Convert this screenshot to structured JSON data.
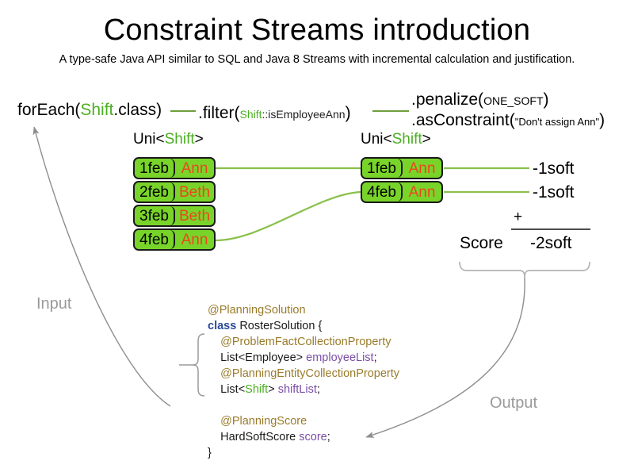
{
  "header": {
    "title": "Constraint Streams introduction",
    "subtitle": "A type-safe Java API similar to SQL and Java 8 Streams with incremental calculation and justification."
  },
  "pipeline": {
    "foreach": {
      "prefix": "forEach(",
      "type": "Shift",
      "suffix": ".class)"
    },
    "filter": {
      "prefix": ".filter(",
      "type": "Shift",
      "method": "::isEmployeeAnn",
      "suffix": ")"
    },
    "penalize": {
      "prefix": ".penalize(",
      "arg": "ONE_SOFT",
      "suffix": ")"
    },
    "as_constraint": {
      "prefix": ".asConstraint(",
      "arg": "\"Don't assign Ann\"",
      "suffix": ")"
    }
  },
  "streams": {
    "left": {
      "label_prefix": "Uni<",
      "label_type": "Shift",
      "label_suffix": ">",
      "rows": [
        {
          "date": "1feb",
          "employee": "Ann"
        },
        {
          "date": "2feb",
          "employee": "Beth"
        },
        {
          "date": "3feb",
          "employee": "Beth"
        },
        {
          "date": "4feb",
          "employee": "Ann"
        }
      ]
    },
    "right": {
      "label_prefix": "Uni<",
      "label_type": "Shift",
      "label_suffix": ">",
      "rows": [
        {
          "date": "1feb",
          "employee": "Ann"
        },
        {
          "date": "4feb",
          "employee": "Ann"
        }
      ]
    }
  },
  "score": {
    "penalties": [
      "-1soft",
      "-1soft"
    ],
    "operator": "+",
    "label": "Score",
    "total": "-2soft"
  },
  "flow": {
    "input_label": "Input",
    "output_label": "Output"
  },
  "code": {
    "lines": [
      {
        "indent": 0,
        "parts": [
          {
            "text": "@PlanningSolution",
            "style": "ann"
          }
        ]
      },
      {
        "indent": 0,
        "parts": [
          {
            "text": "class",
            "style": "kw"
          },
          {
            "text": " RosterSolution {",
            "style": "plain"
          }
        ]
      },
      {
        "indent": 1,
        "parts": [
          {
            "text": "@ProblemFactCollectionProperty",
            "style": "ann"
          }
        ]
      },
      {
        "indent": 1,
        "parts": [
          {
            "text": "List<Employee> ",
            "style": "plain"
          },
          {
            "text": "employeeList",
            "style": "fld"
          },
          {
            "text": ";",
            "style": "plain"
          }
        ]
      },
      {
        "indent": 1,
        "parts": [
          {
            "text": "@PlanningEntityCollectionProperty",
            "style": "ann"
          }
        ]
      },
      {
        "indent": 1,
        "parts": [
          {
            "text": "List<",
            "style": "plain"
          },
          {
            "text": "Shift",
            "style": "typ"
          },
          {
            "text": "> ",
            "style": "plain"
          },
          {
            "text": "shiftList",
            "style": "fld"
          },
          {
            "text": ";",
            "style": "plain"
          }
        ]
      },
      {
        "indent": 0,
        "parts": []
      },
      {
        "indent": 1,
        "parts": [
          {
            "text": "@PlanningScore",
            "style": "ann"
          }
        ]
      },
      {
        "indent": 1,
        "parts": [
          {
            "text": "HardSoftScore ",
            "style": "plain"
          },
          {
            "text": "score",
            "style": "fld"
          },
          {
            "text": ";",
            "style": "plain"
          }
        ]
      },
      {
        "indent": 0,
        "parts": [
          {
            "text": "}",
            "style": "plain"
          }
        ]
      }
    ]
  },
  "colors": {
    "type_green": "#4caf22",
    "box_fill": "#79d42a",
    "box_border": "#1a1a1a",
    "employee_orange": "#e8491d",
    "connector_green": "#8ac04a",
    "annotation_ochre": "#9a7b2a",
    "keyword_blue": "#2a4b9b",
    "field_purple": "#7b4ea8",
    "flow_gray": "#9a9a9a"
  }
}
